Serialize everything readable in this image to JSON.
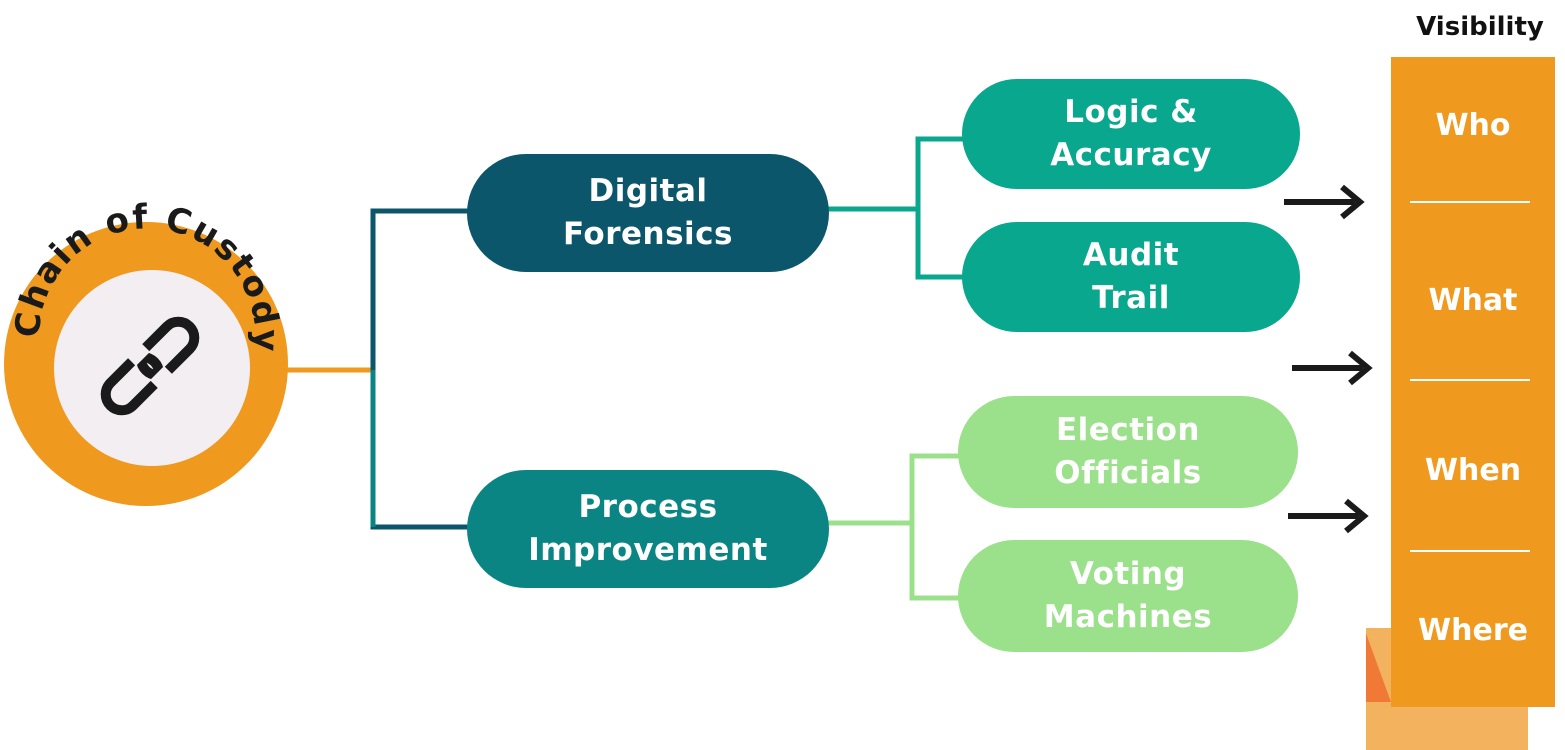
{
  "root": {
    "label": "Chain of Custody",
    "icon": "chain-link-icon"
  },
  "branches": [
    {
      "label": "Digital\nForensics",
      "color": "#0b566b",
      "children": [
        {
          "label": "Logic &\nAccuracy",
          "color": "#09a78e"
        },
        {
          "label": "Audit\nTrail",
          "color": "#09a78e"
        }
      ]
    },
    {
      "label": "Process\nImprovement",
      "color": "#0b8584",
      "children": [
        {
          "label": "Election\nOfficials",
          "color": "#9be08a"
        },
        {
          "label": "Voting\nMachines",
          "color": "#9be08a"
        }
      ]
    }
  ],
  "visibility": {
    "title": "Visibility",
    "items": [
      "Who",
      "What",
      "When",
      "Where"
    ],
    "color": "#f0991f"
  },
  "colors": {
    "root_ring": "#f0991f",
    "root_inner": "#f2eef2",
    "arrow": "#1a1a1a"
  }
}
